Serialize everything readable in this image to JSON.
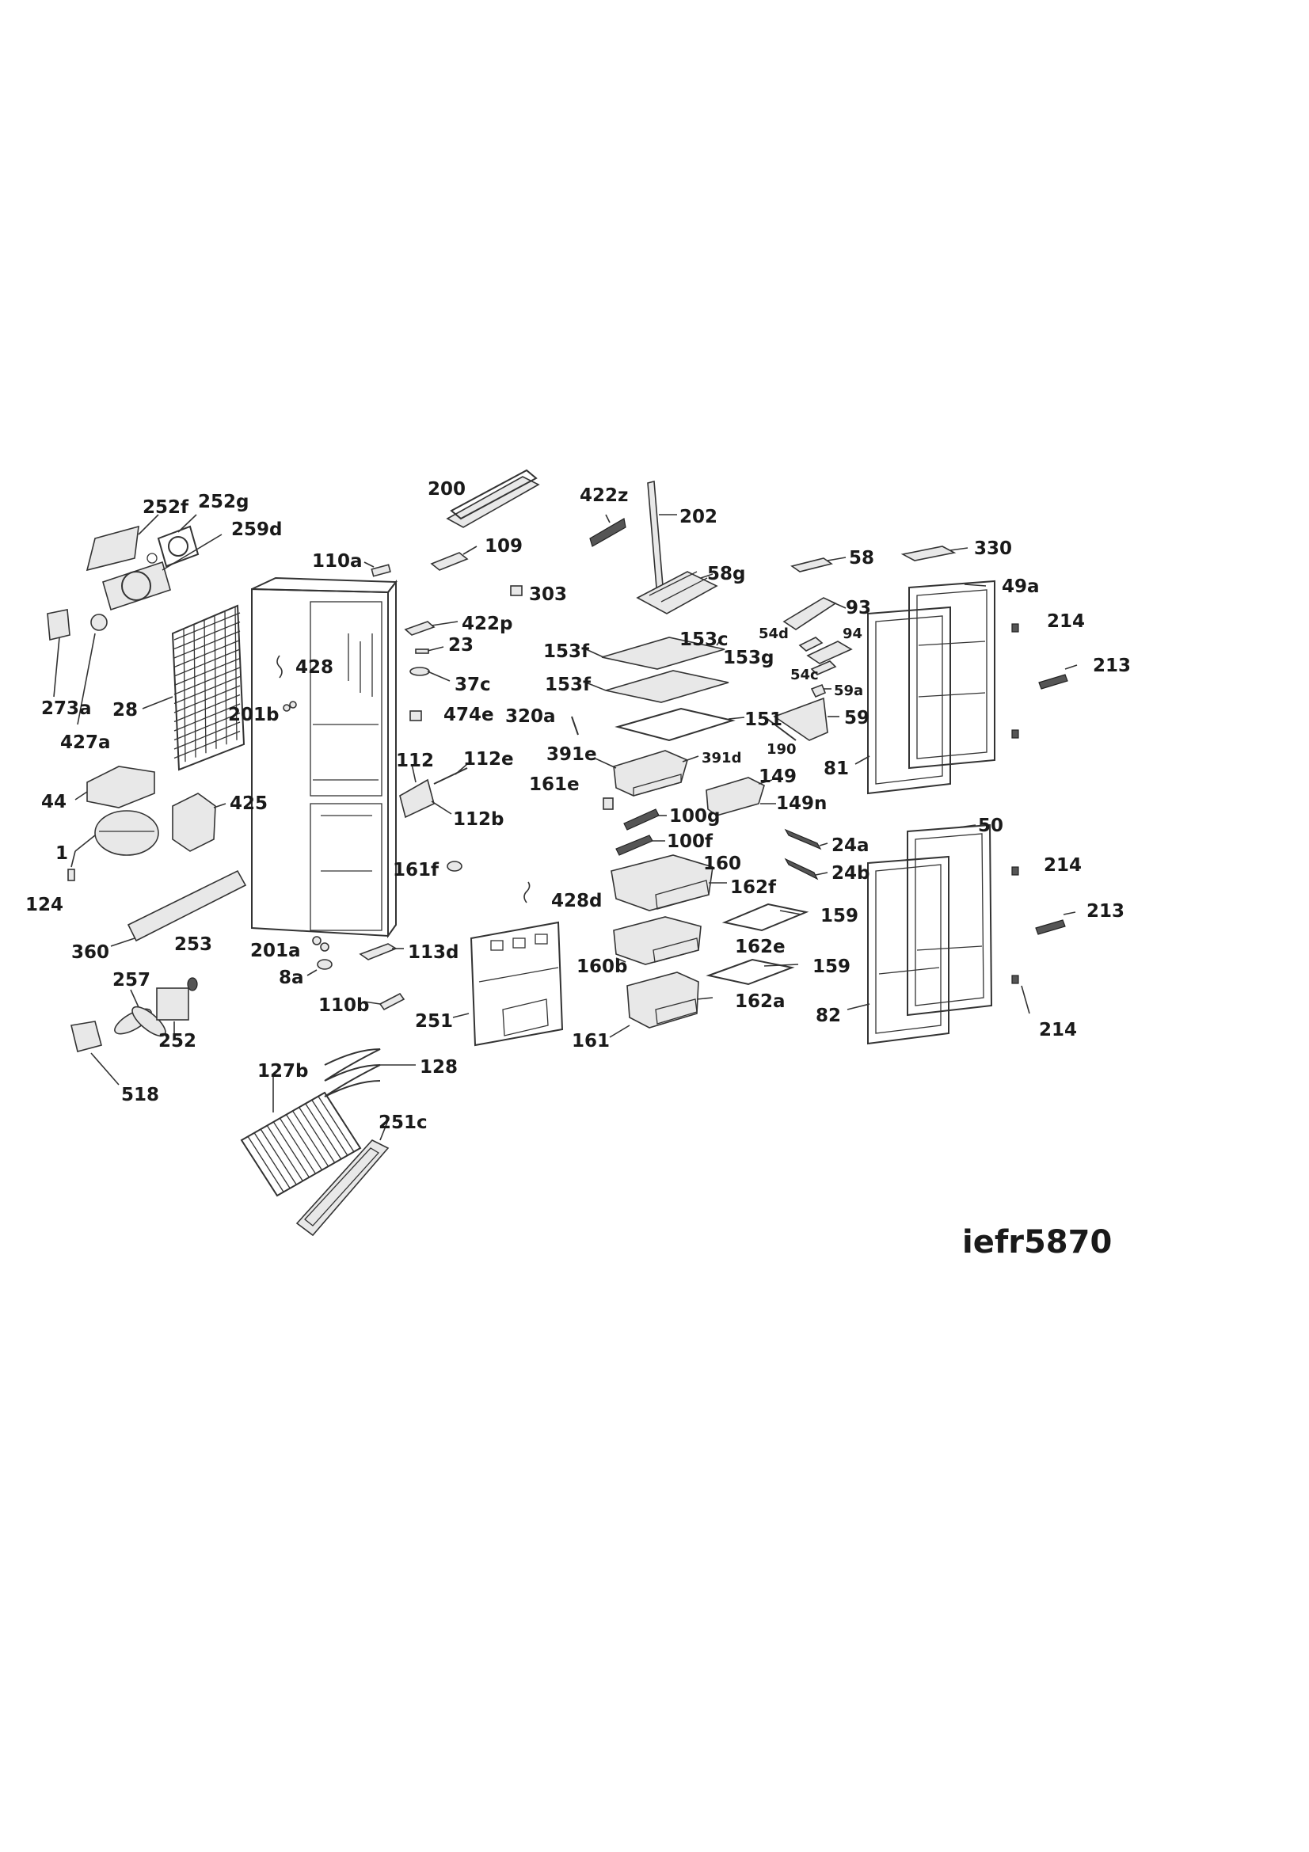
{
  "model_code": "iefr5870",
  "parts": [
    {
      "id": "p-200",
      "label": "200"
    },
    {
      "id": "p-422z",
      "label": "422z"
    },
    {
      "id": "p-202",
      "label": "202"
    },
    {
      "id": "p-252f",
      "label": "252f"
    },
    {
      "id": "p-252g",
      "label": "252g"
    },
    {
      "id": "p-259d",
      "label": "259d"
    },
    {
      "id": "p-109",
      "label": "109"
    },
    {
      "id": "p-110a",
      "label": "110a"
    },
    {
      "id": "p-303",
      "label": "303"
    },
    {
      "id": "p-58g",
      "label": "58g"
    },
    {
      "id": "p-58",
      "label": "58"
    },
    {
      "id": "p-330",
      "label": "330"
    },
    {
      "id": "p-49a",
      "label": "49a"
    },
    {
      "id": "p-93",
      "label": "93"
    },
    {
      "id": "p-214-top",
      "label": "214"
    },
    {
      "id": "p-422p",
      "label": "422p"
    },
    {
      "id": "p-23",
      "label": "23"
    },
    {
      "id": "p-37c",
      "label": "37c"
    },
    {
      "id": "p-428",
      "label": "428"
    },
    {
      "id": "p-153f-a",
      "label": "153f"
    },
    {
      "id": "p-153c",
      "label": "153c"
    },
    {
      "id": "p-153g",
      "label": "153g"
    },
    {
      "id": "p-153f-b",
      "label": "153f"
    },
    {
      "id": "p-54d",
      "label": "54d"
    },
    {
      "id": "p-94",
      "label": "94"
    },
    {
      "id": "p-54c",
      "label": "54c"
    },
    {
      "id": "p-213-top",
      "label": "213"
    },
    {
      "id": "p-273a",
      "label": "273a"
    },
    {
      "id": "p-28",
      "label": "28"
    },
    {
      "id": "p-201b",
      "label": "201b"
    },
    {
      "id": "p-474e",
      "label": "474e"
    },
    {
      "id": "p-427a",
      "label": "427a"
    },
    {
      "id": "p-320a",
      "label": "320a"
    },
    {
      "id": "p-151",
      "label": "151"
    },
    {
      "id": "p-59a",
      "label": "59a"
    },
    {
      "id": "p-59",
      "label": "59"
    },
    {
      "id": "p-190",
      "label": "190"
    },
    {
      "id": "p-112",
      "label": "112"
    },
    {
      "id": "p-112e",
      "label": "112e"
    },
    {
      "id": "p-391e",
      "label": "391e"
    },
    {
      "id": "p-391d",
      "label": "391d"
    },
    {
      "id": "p-81",
      "label": "81"
    },
    {
      "id": "p-44",
      "label": "44"
    },
    {
      "id": "p-425",
      "label": "425"
    },
    {
      "id": "p-149",
      "label": "149"
    },
    {
      "id": "p-161e",
      "label": "161e"
    },
    {
      "id": "p-149n",
      "label": "149n"
    },
    {
      "id": "p-112b",
      "label": "112b"
    },
    {
      "id": "p-100g",
      "label": "100g"
    },
    {
      "id": "p-50",
      "label": "50"
    },
    {
      "id": "p-1",
      "label": "1"
    },
    {
      "id": "p-100f",
      "label": "100f"
    },
    {
      "id": "p-24a",
      "label": "24a"
    },
    {
      "id": "p-161f",
      "label": "161f"
    },
    {
      "id": "p-160",
      "label": "160"
    },
    {
      "id": "p-214-mid",
      "label": "214"
    },
    {
      "id": "p-24b",
      "label": "24b"
    },
    {
      "id": "p-162f",
      "label": "162f"
    },
    {
      "id": "p-124",
      "label": "124"
    },
    {
      "id": "p-428d",
      "label": "428d"
    },
    {
      "id": "p-213-bot",
      "label": "213"
    },
    {
      "id": "p-159-a",
      "label": "159"
    },
    {
      "id": "p-253",
      "label": "253"
    },
    {
      "id": "p-360",
      "label": "360"
    },
    {
      "id": "p-201a",
      "label": "201a"
    },
    {
      "id": "p-113d",
      "label": "113d"
    },
    {
      "id": "p-162e",
      "label": "162e"
    },
    {
      "id": "p-257",
      "label": "257"
    },
    {
      "id": "p-160b",
      "label": "160b"
    },
    {
      "id": "p-159-b",
      "label": "159"
    },
    {
      "id": "p-8a",
      "label": "8a"
    },
    {
      "id": "p-214-bot",
      "label": "214"
    },
    {
      "id": "p-110b",
      "label": "110b"
    },
    {
      "id": "p-162a",
      "label": "162a"
    },
    {
      "id": "p-251",
      "label": "251"
    },
    {
      "id": "p-82",
      "label": "82"
    },
    {
      "id": "p-252",
      "label": "252"
    },
    {
      "id": "p-161",
      "label": "161"
    },
    {
      "id": "p-128",
      "label": "128"
    },
    {
      "id": "p-127b",
      "label": "127b"
    },
    {
      "id": "p-518",
      "label": "518"
    },
    {
      "id": "p-251c",
      "label": "251c"
    }
  ]
}
